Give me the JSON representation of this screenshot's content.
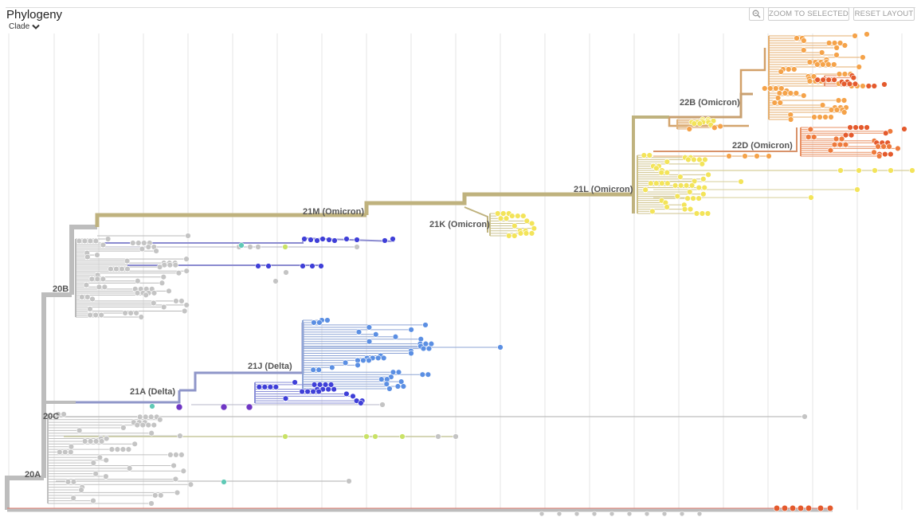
{
  "panel": {
    "title": "Phylogeny",
    "color_by": "Clade"
  },
  "controls": {
    "zoom_icon": "magnifier-icon",
    "zoom_to_selected": "ZOOM TO SELECTED",
    "reset_layout": "RESET LAYOUT"
  },
  "clades": {
    "c20A": "20A",
    "c20B": "20B",
    "c20C": "20C",
    "c21A": "21A (Delta)",
    "c21J": "21J (Delta)",
    "c21M": "21M (Omicron)",
    "c21K": "21K (Omicron)",
    "c21L": "21L (Omicron)",
    "c22B": "22B (Omicron)",
    "c22D": "22D (Omicron)"
  },
  "colors": {
    "grid": "#e6e6e6",
    "basal": "#bdbdbd",
    "tip_gray": "#c4c4c4",
    "omicron_trunk": "#bfb27e",
    "delta_trunk": "#8f96c9",
    "tip_yellow": "#f3e45a",
    "tip_orange": "#f5a34a",
    "tip_red": "#e45a2d",
    "tip_blue": "#5b8fe3",
    "tip_darkblue": "#3f3fd8",
    "tip_purple": "#6f36c4",
    "tip_lime": "#c9e266",
    "tip_teal": "#5fc9b6"
  }
}
